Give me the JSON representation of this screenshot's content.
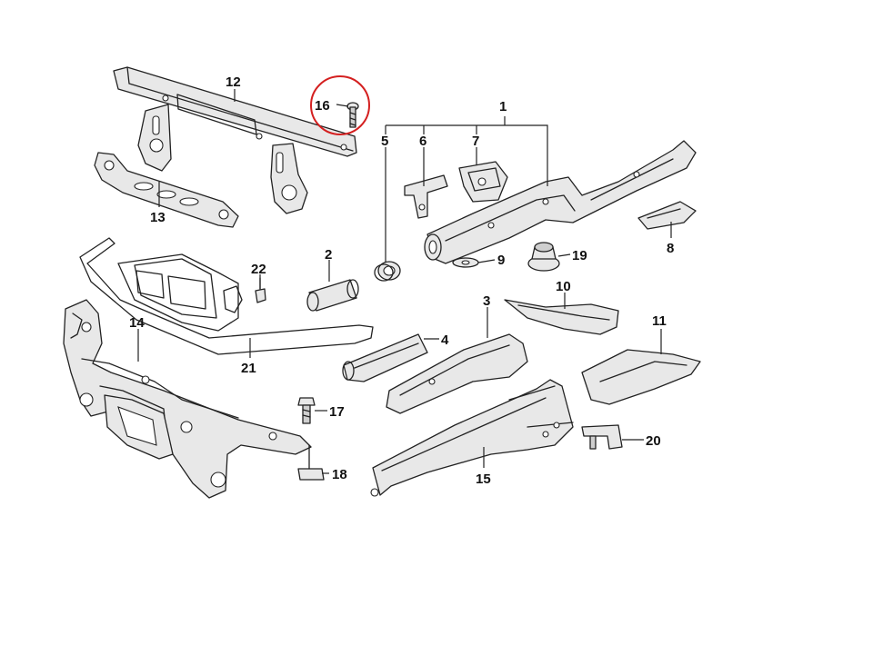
{
  "highlight_color": "#d42020",
  "highlighted_part": "16",
  "callouts": {
    "c1": "1",
    "c2": "2",
    "c3": "3",
    "c4": "4",
    "c5": "5",
    "c6": "6",
    "c7": "7",
    "c8": "8",
    "c9": "9",
    "c10": "10",
    "c11": "11",
    "c12": "12",
    "c13": "13",
    "c14": "14",
    "c15": "15",
    "c16": "16",
    "c17": "17",
    "c18": "18",
    "c19": "19",
    "c20": "20",
    "c21": "21",
    "c22": "22"
  }
}
